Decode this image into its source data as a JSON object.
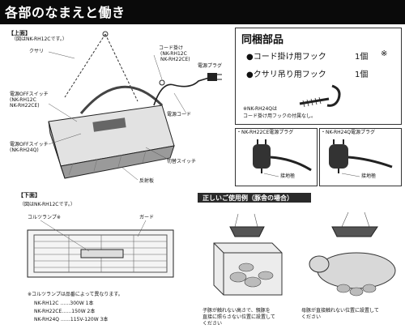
{
  "header": {
    "title": "各部のなまえと働き"
  },
  "top_view": {
    "heading": "【上面】",
    "note": "（図はNK-RH12Cです。）",
    "labels": {
      "chain": "クサリ",
      "cord_hook": "コード掛け",
      "cord_hook_models": "(NK-RH12C",
      "cord_hook_models2": "NK-RH22CE)",
      "plug": "電源プラグ",
      "cord": "電源コード",
      "switch1": "電源OFFスイッチ",
      "switch1_m1": "(NK-RH12C",
      "switch1_m2": "NK-RH22CE)",
      "switch2": "電源OFFスイッチ",
      "switch2_m": "(NK-RH24Q)",
      "toggle": "切替スイッチ",
      "reflector": "反射板"
    }
  },
  "bottom_view": {
    "heading": "【下面】",
    "note": "（図はNK-RH12Cです。）",
    "lamp_label": "コルツランプ※",
    "guard_label": "ガード",
    "footnote": "※コルツランプは品番によって異なります。",
    "specs": [
      "NK-RH12C ……300W 1本",
      "NK-RH22CE……150W 2本",
      "NK-RH24Q ……115V-120W 3本"
    ]
  },
  "parts": {
    "title": "同梱部品",
    "items": [
      {
        "name": "●コード掛け用フック",
        "qty": "1個",
        "mark": "※"
      },
      {
        "name": "●クサリ吊り用フック",
        "qty": "1個",
        "mark": ""
      }
    ],
    "note1": "※NK-RH24Qは",
    "note2": "コード掛け用フックの付属なし。"
  },
  "plugs": [
    {
      "title": "・NK-RH22CE電源プラグ",
      "label": "接地極"
    },
    {
      "title": "・NK-RH24Q電源プラグ",
      "label": "接地極"
    }
  ],
  "usage": {
    "title": "正しいご使用例（豚舎の場合）",
    "left_caption1": "子豚が触れない高さで、親豚を",
    "left_caption2": "直接に照らさない位置に設置して",
    "left_caption3": "ください",
    "right_caption1": "母豚が直接触れない位置に設置して",
    "right_caption2": "ください"
  }
}
